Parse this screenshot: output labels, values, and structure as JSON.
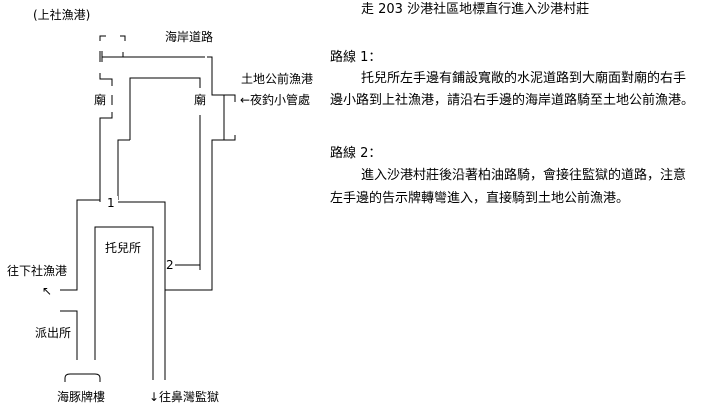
{
  "map": {
    "labels": {
      "upper_harbor": "(上社漁港)",
      "coastal_road": "海岸道路",
      "earth_god_harbor": "土地公前漁港",
      "temple_left": "廟",
      "temple_right": "廟",
      "night_squid": "←夜釣小管處",
      "marker_1": "1",
      "marker_2": "2",
      "daycare": "托兒所",
      "to_lower_harbor": "往下社漁港",
      "arrow_nw": "↖",
      "police": "派出所",
      "dolphin_arch": "海豚牌樓",
      "to_prison": "↓往鼻灣監獄"
    }
  },
  "text": {
    "title": "走 203 沙港社區地標直行進入沙港村莊",
    "route1_heading": "路線 1：",
    "route1_line1": "托兒所左手邊有鋪設寬敞的水泥道路到大廟面對廟的右手",
    "route1_line2": "邊小路到上社漁港，請沿右手邊的海岸道路騎至土地公前漁港。",
    "route2_heading": "路線 2：",
    "route2_line1": "進入沙港村莊後沿著柏油路騎，會接往監獄的道路，注意",
    "route2_line2": "左手邊的告示牌轉彎進入，直接騎到土地公前漁港。"
  }
}
